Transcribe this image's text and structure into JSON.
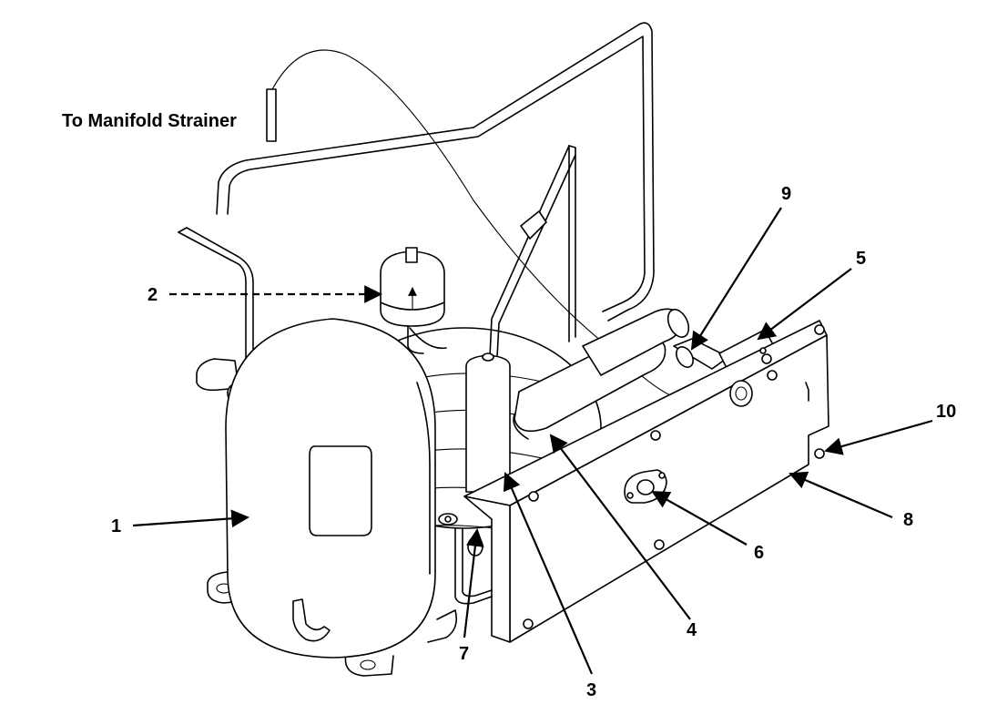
{
  "diagram": {
    "caption": "To Manifold Strainer",
    "callouts": [
      "1",
      "2",
      "3",
      "4",
      "5",
      "6",
      "7",
      "8",
      "9",
      "10"
    ]
  }
}
